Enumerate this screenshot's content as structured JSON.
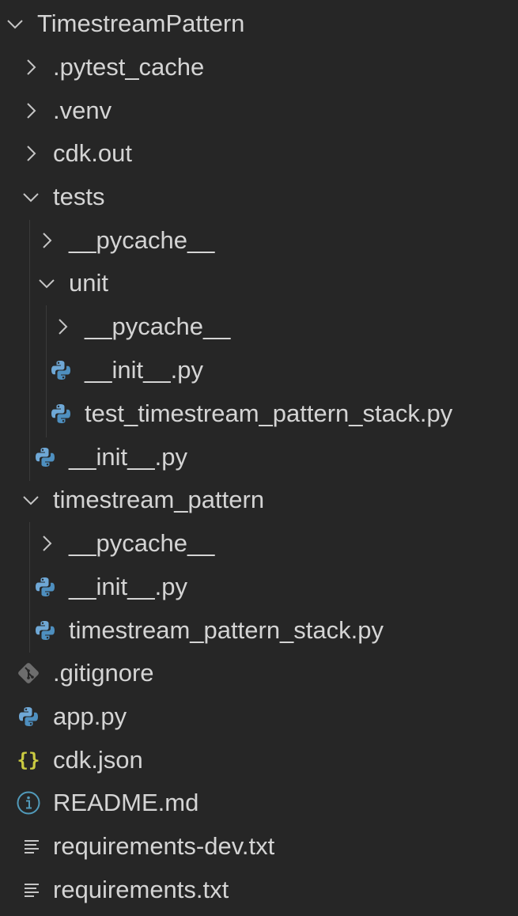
{
  "explorer": {
    "root": {
      "label": "TimestreamPattern",
      "icon": "chevron-down-icon"
    },
    "items": [
      {
        "label": ".pytest_cache",
        "icon": "chevron-right-icon"
      },
      {
        "label": ".venv",
        "icon": "chevron-right-icon"
      },
      {
        "label": "cdk.out",
        "icon": "chevron-right-icon"
      },
      {
        "label": "tests",
        "icon": "chevron-down-icon"
      },
      {
        "label": "__pycache__",
        "icon": "chevron-right-icon"
      },
      {
        "label": "unit",
        "icon": "chevron-down-icon"
      },
      {
        "label": "__pycache__",
        "icon": "chevron-right-icon"
      },
      {
        "label": "__init__.py",
        "icon": "python-icon"
      },
      {
        "label": "test_timestream_pattern_stack.py",
        "icon": "python-icon"
      },
      {
        "label": "__init__.py",
        "icon": "python-icon"
      },
      {
        "label": "timestream_pattern",
        "icon": "chevron-down-icon"
      },
      {
        "label": "__pycache__",
        "icon": "chevron-right-icon"
      },
      {
        "label": "__init__.py",
        "icon": "python-icon"
      },
      {
        "label": "timestream_pattern_stack.py",
        "icon": "python-icon"
      },
      {
        "label": ".gitignore",
        "icon": "git-icon"
      },
      {
        "label": "app.py",
        "icon": "python-icon"
      },
      {
        "label": "cdk.json",
        "icon": "json-braces-icon"
      },
      {
        "label": "README.md",
        "icon": "info-icon"
      },
      {
        "label": "requirements-dev.txt",
        "icon": "text-lines-icon"
      },
      {
        "label": "requirements.txt",
        "icon": "text-lines-icon"
      }
    ]
  },
  "colors": {
    "background": "#262626",
    "text": "#d4d4d4",
    "chevron": "#c5c5c5",
    "python_blue": "#4e8fbf",
    "python_light": "#6fa8d6",
    "json_yellow": "#cbcb41",
    "info_blue": "#519aba",
    "git_gray": "#6d6d6d",
    "text_icon": "#c5c5c5"
  }
}
